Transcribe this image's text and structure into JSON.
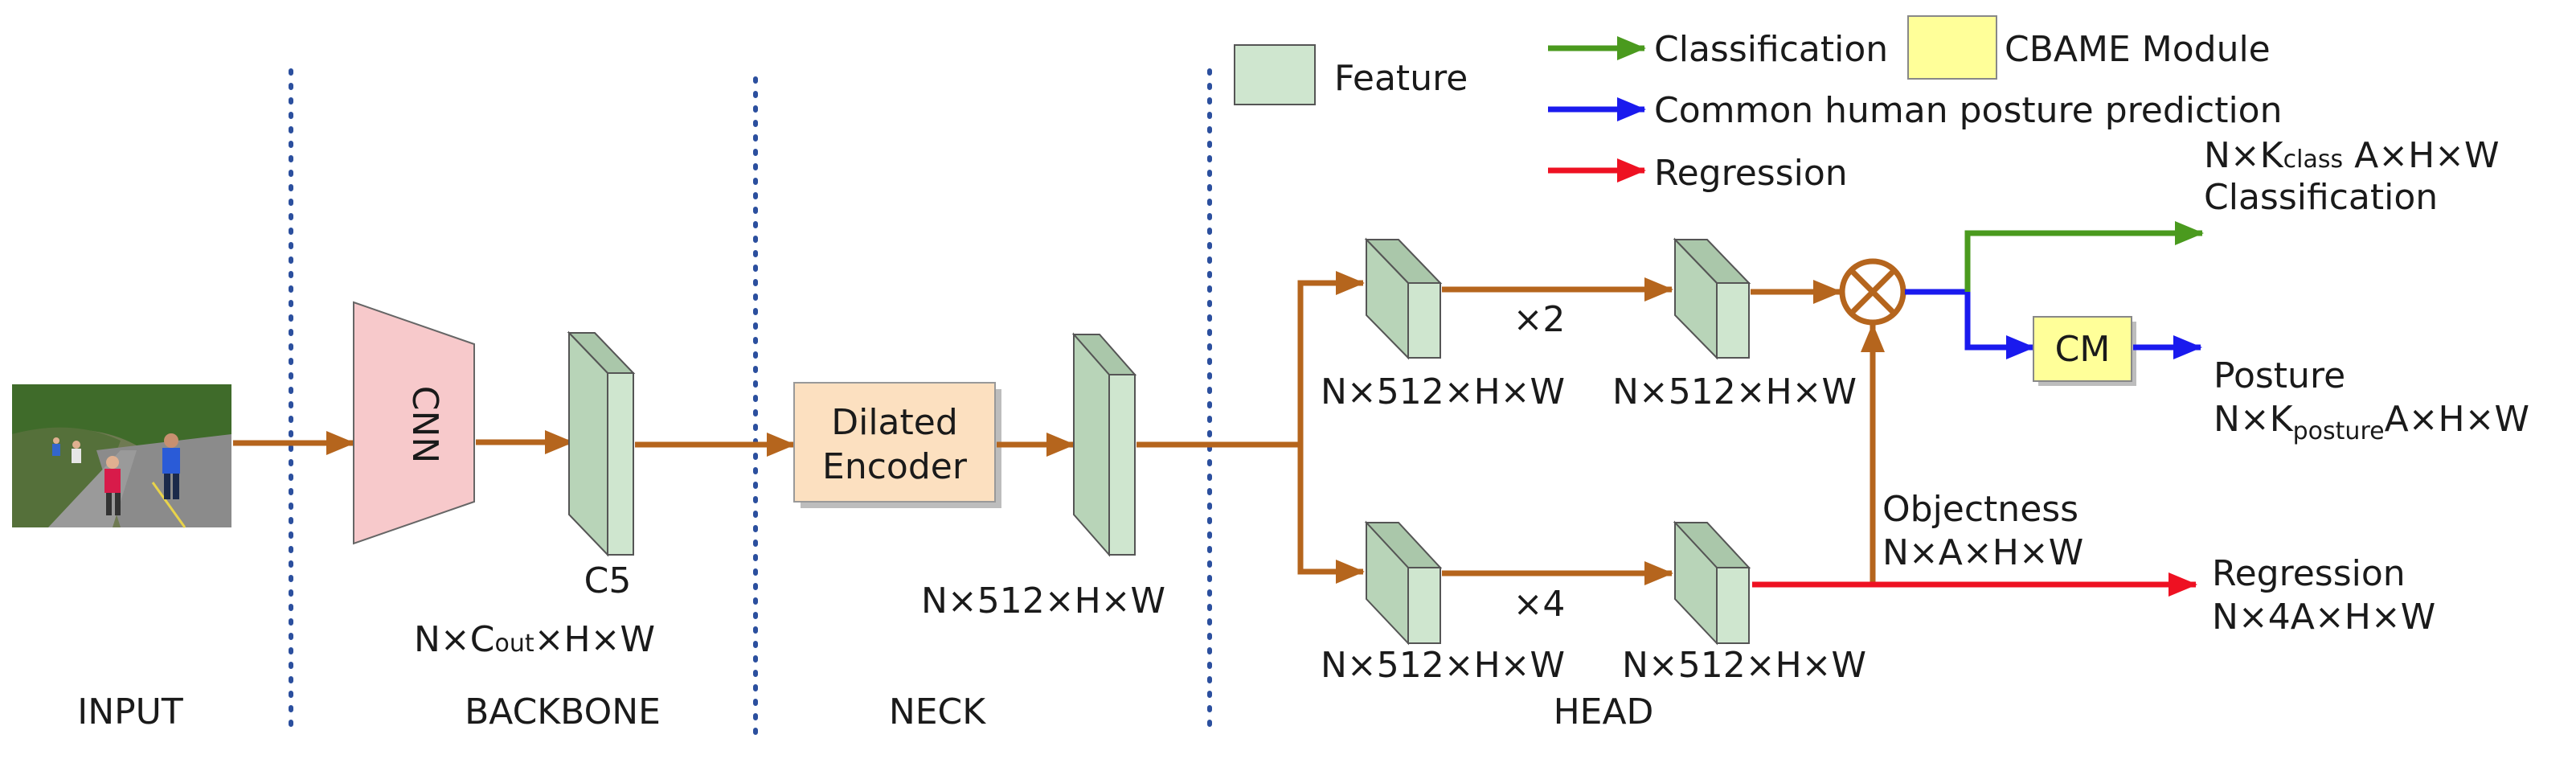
{
  "colors": {
    "flow": "#b5651d",
    "classification": "#4a9a1e",
    "posture": "#1a1aee",
    "regression": "#ee1122",
    "feature_fill": "#cfe6cf",
    "feature_stroke": "#555555",
    "cnn_fill": "#f7c9cb",
    "dilated_fill": "#fce0c0",
    "module_fill": "#ffff99",
    "divider": "#2b4f9e"
  },
  "legend": {
    "classification": "Classification",
    "cbame": "CBAME  Module",
    "posture": "Common human posture prediction",
    "regression": "Regression",
    "feature": "Feature"
  },
  "sections": {
    "input": "INPUT",
    "backbone": "BACKBONE",
    "neck": "NECK",
    "head": "HEAD"
  },
  "blocks": {
    "cnn": "CNN",
    "dilated_line1": "Dilated",
    "dilated_line2": "Encoder",
    "cm": "CM"
  },
  "labels": {
    "c5": "C5",
    "backbone_shape_a": "N×C",
    "backbone_shape_sub": "out",
    "backbone_shape_b": "×H×W",
    "neck_shape": "N×512×H×W",
    "head_top_1": "N×512×H×W",
    "head_top_2": "N×512×H×W",
    "head_bot_1": "N×512×H×W",
    "head_bot_2": "N×512×H×W",
    "repeat_top": "×2",
    "repeat_bot": "×4",
    "cls_shape_a": "N×K",
    "cls_shape_sub": "class",
    "cls_shape_b": " A×H×W",
    "cls_name": "Classification",
    "posture_name": "Posture",
    "posture_shape_a": "N×K",
    "posture_shape_sub": "posture",
    "posture_shape_b": "A×H×W",
    "objectness_name": "Objectness",
    "objectness_shape": "N×A×H×W",
    "regression_name": "Regression",
    "regression_shape": "N×4A×H×W"
  }
}
